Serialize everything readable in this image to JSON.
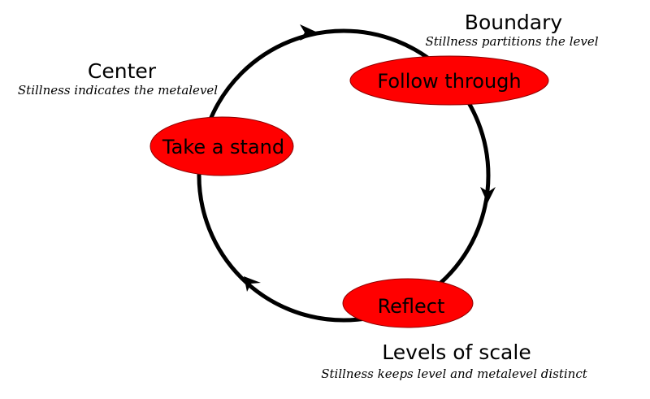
{
  "nodes": {
    "take_a_stand": {
      "label": "Take a stand"
    },
    "follow_through": {
      "label": "Follow through"
    },
    "reflect": {
      "label": "Reflect"
    }
  },
  "captions": {
    "center": {
      "title": "Center",
      "subtitle": "Stillness indicates the metalevel"
    },
    "boundary": {
      "title": "Boundary",
      "subtitle": "Stillness partitions the level"
    },
    "levels_of_scale": {
      "title": "Levels of scale",
      "subtitle": "Stillness keeps level and metalevel distinct"
    }
  },
  "colors": {
    "node_fill": "#ff0000",
    "node_stroke": "#8b0000",
    "cycle_stroke": "#000000"
  }
}
